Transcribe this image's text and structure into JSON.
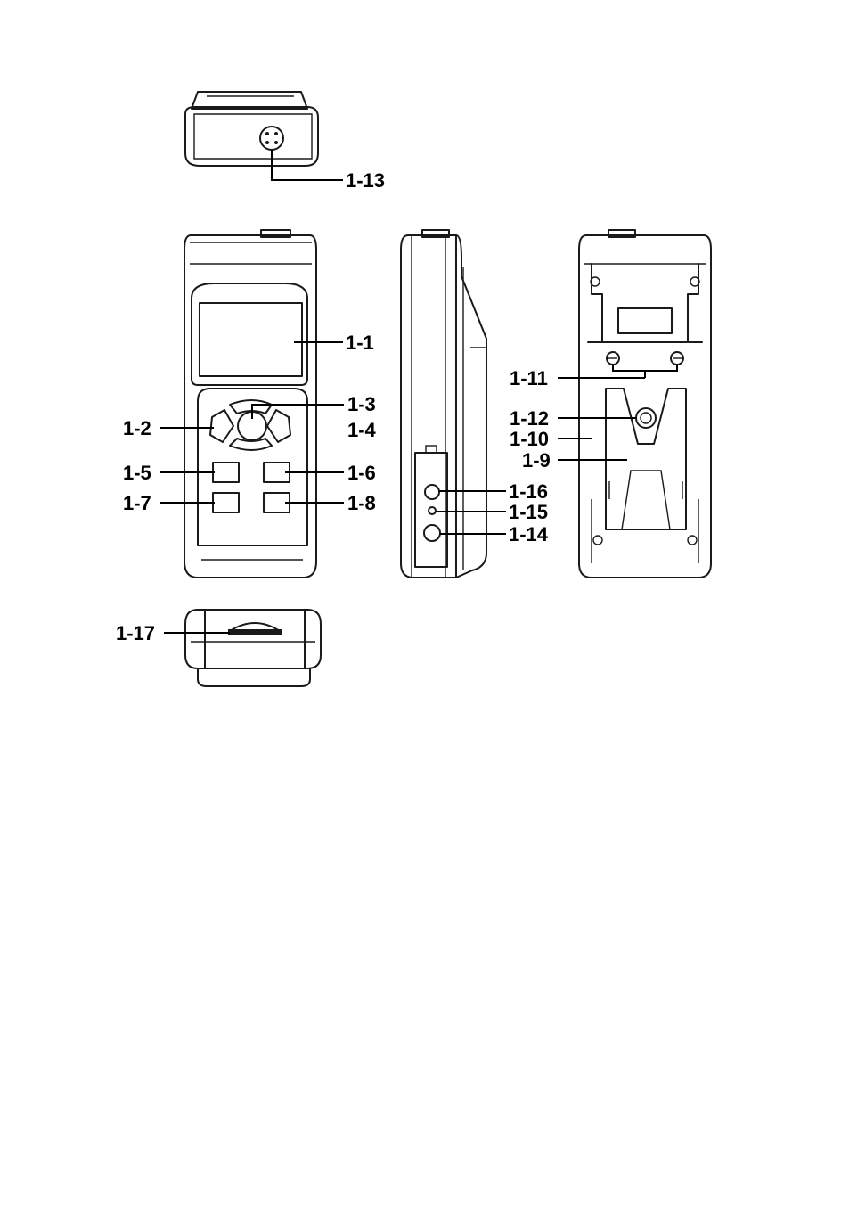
{
  "labels": {
    "l1_13": "1-13",
    "l1_1": "1-1",
    "l1_2": "1-2",
    "l1_3": "1-3",
    "l1_4": "1-4",
    "l1_5": "1-5",
    "l1_6": "1-6",
    "l1_7": "1-7",
    "l1_8": "1-8",
    "l1_9": "1-9",
    "l1_10": "1-10",
    "l1_11": "1-11",
    "l1_12": "1-12",
    "l1_14": "1-14",
    "l1_15": "1-15",
    "l1_16": "1-16",
    "l1_17": "1-17"
  },
  "colors": {
    "line": "#1a1a1a",
    "background": "#ffffff"
  }
}
